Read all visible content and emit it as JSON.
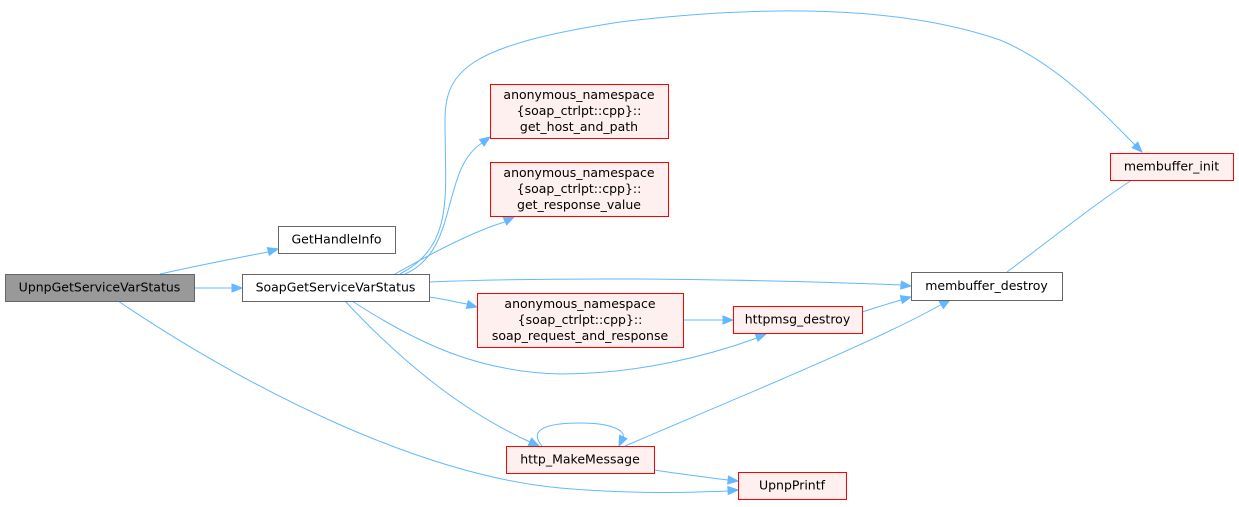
{
  "colors": {
    "edge": "#63b8ff",
    "root_fill": "#999999",
    "root_stroke": "#666666",
    "plain_fill": "#ffffff",
    "plain_stroke": "#666666",
    "red_fill": "#fff0f0",
    "red_stroke": "#ff0000"
  },
  "nodes": {
    "upnp_get_service_var_status": {
      "lines": [
        "UpnpGetServiceVarStatus"
      ],
      "style": "root"
    },
    "get_handle_info": {
      "lines": [
        "GetHandleInfo"
      ],
      "style": "plain"
    },
    "soap_get_service_var_status": {
      "lines": [
        "SoapGetServiceVarStatus"
      ],
      "style": "plain"
    },
    "get_host_and_path": {
      "lines": [
        "anonymous_namespace",
        "{soap_ctrlpt::cpp}::",
        "get_host_and_path"
      ],
      "style": "red"
    },
    "get_response_value": {
      "lines": [
        "anonymous_namespace",
        "{soap_ctrlpt::cpp}::",
        "get_response_value"
      ],
      "style": "red"
    },
    "soap_request_and_response": {
      "lines": [
        "anonymous_namespace",
        "{soap_ctrlpt::cpp}::",
        "soap_request_and_response"
      ],
      "style": "red"
    },
    "httpmsg_destroy": {
      "lines": [
        "httpmsg_destroy"
      ],
      "style": "red"
    },
    "membuffer_destroy": {
      "lines": [
        "membuffer_destroy"
      ],
      "style": "plain"
    },
    "membuffer_init": {
      "lines": [
        "membuffer_init"
      ],
      "style": "red"
    },
    "http_make_message": {
      "lines": [
        "http_MakeMessage"
      ],
      "style": "red"
    },
    "upnp_printf": {
      "lines": [
        "UpnpPrintf"
      ],
      "style": "red"
    }
  },
  "edges": [
    {
      "from": "upnp_get_service_var_status",
      "to": "get_handle_info"
    },
    {
      "from": "upnp_get_service_var_status",
      "to": "soap_get_service_var_status"
    },
    {
      "from": "upnp_get_service_var_status",
      "to": "upnp_printf"
    },
    {
      "from": "soap_get_service_var_status",
      "to": "get_host_and_path"
    },
    {
      "from": "soap_get_service_var_status",
      "to": "get_response_value"
    },
    {
      "from": "soap_get_service_var_status",
      "to": "membuffer_init"
    },
    {
      "from": "soap_get_service_var_status",
      "to": "membuffer_destroy"
    },
    {
      "from": "soap_get_service_var_status",
      "to": "soap_request_and_response"
    },
    {
      "from": "soap_get_service_var_status",
      "to": "httpmsg_destroy"
    },
    {
      "from": "soap_get_service_var_status",
      "to": "http_make_message"
    },
    {
      "from": "soap_request_and_response",
      "to": "httpmsg_destroy"
    },
    {
      "from": "httpmsg_destroy",
      "to": "membuffer_destroy"
    },
    {
      "from": "membuffer_destroy",
      "to": "membuffer_init"
    },
    {
      "from": "http_make_message",
      "to": "membuffer_destroy"
    },
    {
      "from": "http_make_message",
      "to": "upnp_printf"
    },
    {
      "from": "http_make_message",
      "to": "http_make_message"
    }
  ]
}
